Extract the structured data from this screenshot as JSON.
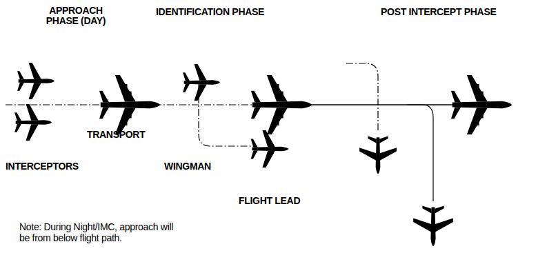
{
  "diagram": {
    "labels": [
      "APPROACH PHASE (DAY)",
      "IDENTIFICATION PHASE",
      "POST INTERCEPT PHASE",
      "TRANSPORT",
      "INTERCEPTORS",
      "WINGMAN",
      "FLIGHT LEAD",
      "Note: During Night/IMC, approach will be from below flight path."
    ]
  }
}
